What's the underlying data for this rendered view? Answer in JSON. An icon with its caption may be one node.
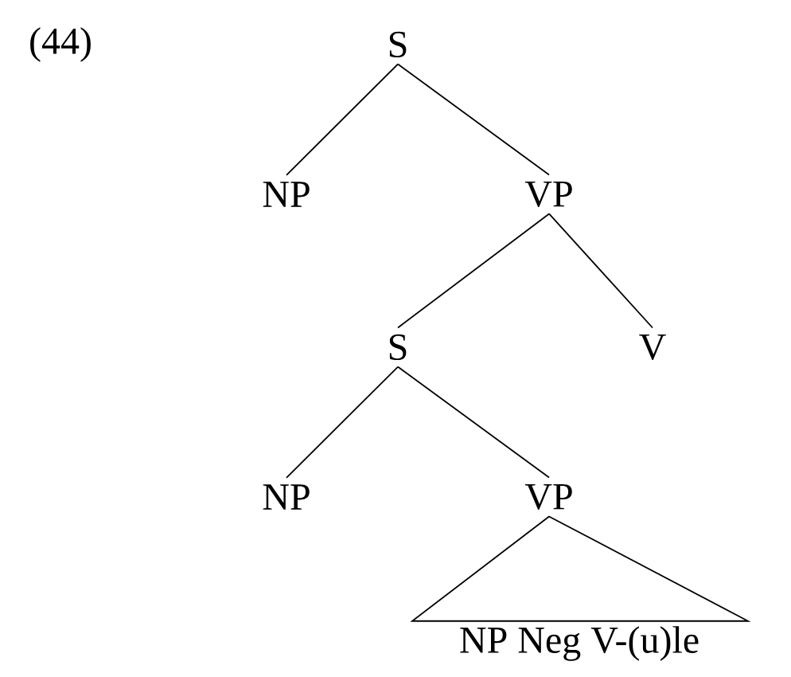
{
  "diagram": {
    "nodes": [
      {
        "text": [
          "S"
        ]
      },
      {
        "text": [
          "NP"
        ]
      },
      {
        "text": [
          "VP"
        ]
      },
      {
        "text": [
          "S"
        ]
      },
      {
        "text": [
          "V"
        ]
      },
      {
        "text": [
          "NP"
        ]
      },
      {
        "text": [
          "VP"
        ]
      },
      {
        "text": [
          "NP Neg V-(u)le"
        ]
      }
    ],
    "edges": [
      {
        "from": 0,
        "to": 1,
        "arrow": "none"
      },
      {
        "from": 0,
        "to": 2,
        "arrow": "none"
      },
      {
        "from": 2,
        "to": 3,
        "arrow": "none"
      },
      {
        "from": 2,
        "to": 4,
        "arrow": "none"
      },
      {
        "from": 3,
        "to": 5,
        "arrow": "none"
      },
      {
        "from": 3,
        "to": 6,
        "arrow": "none"
      },
      {
        "from": 6,
        "to": 7,
        "arrow": "none"
      }
    ],
    "labels": [
      "(44)"
    ]
  }
}
